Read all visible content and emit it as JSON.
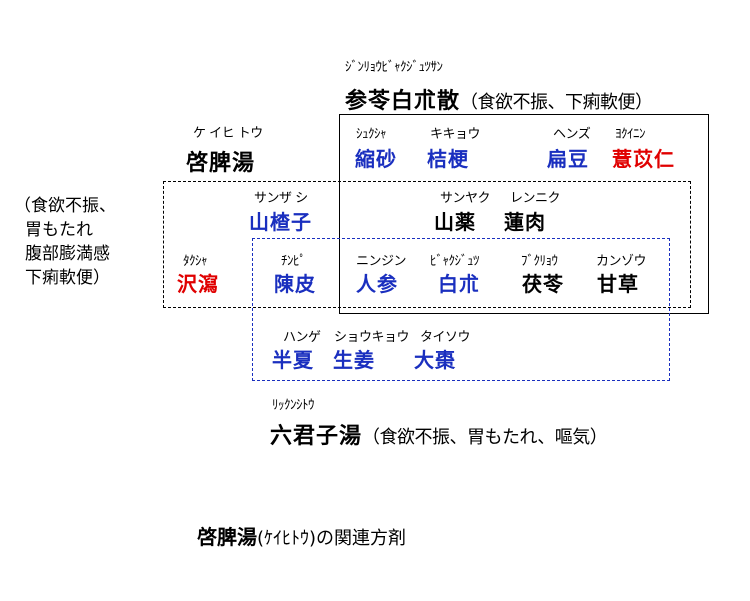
{
  "formulas": {
    "jinryo": {
      "ruby": "ｼﾞﾝﾘｮｳﾋﾞｬｸｼﾞｭﾂｻﾝ",
      "name": "参苓白朮散",
      "desc": "（食欲不振、下痢軟便）"
    },
    "keihi": {
      "ruby": "ケ イヒ トウ",
      "name": "啓脾湯",
      "desc_lines": [
        "（食欲不振、",
        "胃もたれ",
        "腹部膨満感",
        "下痢軟便）"
      ]
    },
    "rikkun": {
      "ruby": "ﾘｯｸﾝｼﾄｳ",
      "name": "六君子湯",
      "desc": "（食欲不振、胃もたれ、嘔気）"
    }
  },
  "herbs": {
    "shukusha": {
      "ruby": "ｼｭｸｼｬ",
      "name": "縮砂"
    },
    "kikyo": {
      "ruby": "キキョウ",
      "name": "桔梗"
    },
    "henzu": {
      "ruby": "ヘンズ",
      "name": "扁豆"
    },
    "yokuinin": {
      "ruby": "ﾖｸｲﾆﾝ",
      "name": "薏苡仁"
    },
    "sanzashi": {
      "ruby": "サンザ シ",
      "name": "山楂子"
    },
    "sanyaku": {
      "ruby": "サンヤク",
      "name": "山薬"
    },
    "renniku": {
      "ruby": "レンニク",
      "name": "蓮肉"
    },
    "takusha": {
      "ruby": "ﾀｸｼｬ",
      "name": "沢瀉"
    },
    "chinpi": {
      "ruby": "ﾁﾝﾋﾟ",
      "name": "陳皮"
    },
    "ninjin": {
      "ruby": "ニンジン",
      "name": "人参"
    },
    "byakujutsu": {
      "ruby": "ﾋﾞｬｸｼﾞｭﾂ",
      "name": "白朮"
    },
    "bukuryo": {
      "ruby": "ﾌﾞｸﾘｮｳ",
      "name": "茯苓"
    },
    "kanzo": {
      "ruby": "カンゾウ",
      "name": "甘草"
    },
    "hange": {
      "ruby": "ハンゲ",
      "name": "半夏"
    },
    "shokyo": {
      "ruby": "ショウキョウ",
      "name": "生姜"
    },
    "taiso": {
      "ruby": "タイソウ",
      "name": "大棗"
    }
  },
  "caption": {
    "main": "啓脾湯",
    "reading": "(ｹｲﾋﾄｳ)",
    "rest": "の関連方剤"
  },
  "colors": {
    "blue": "#1a2fbf",
    "red": "#e00000",
    "black": "#000000"
  }
}
